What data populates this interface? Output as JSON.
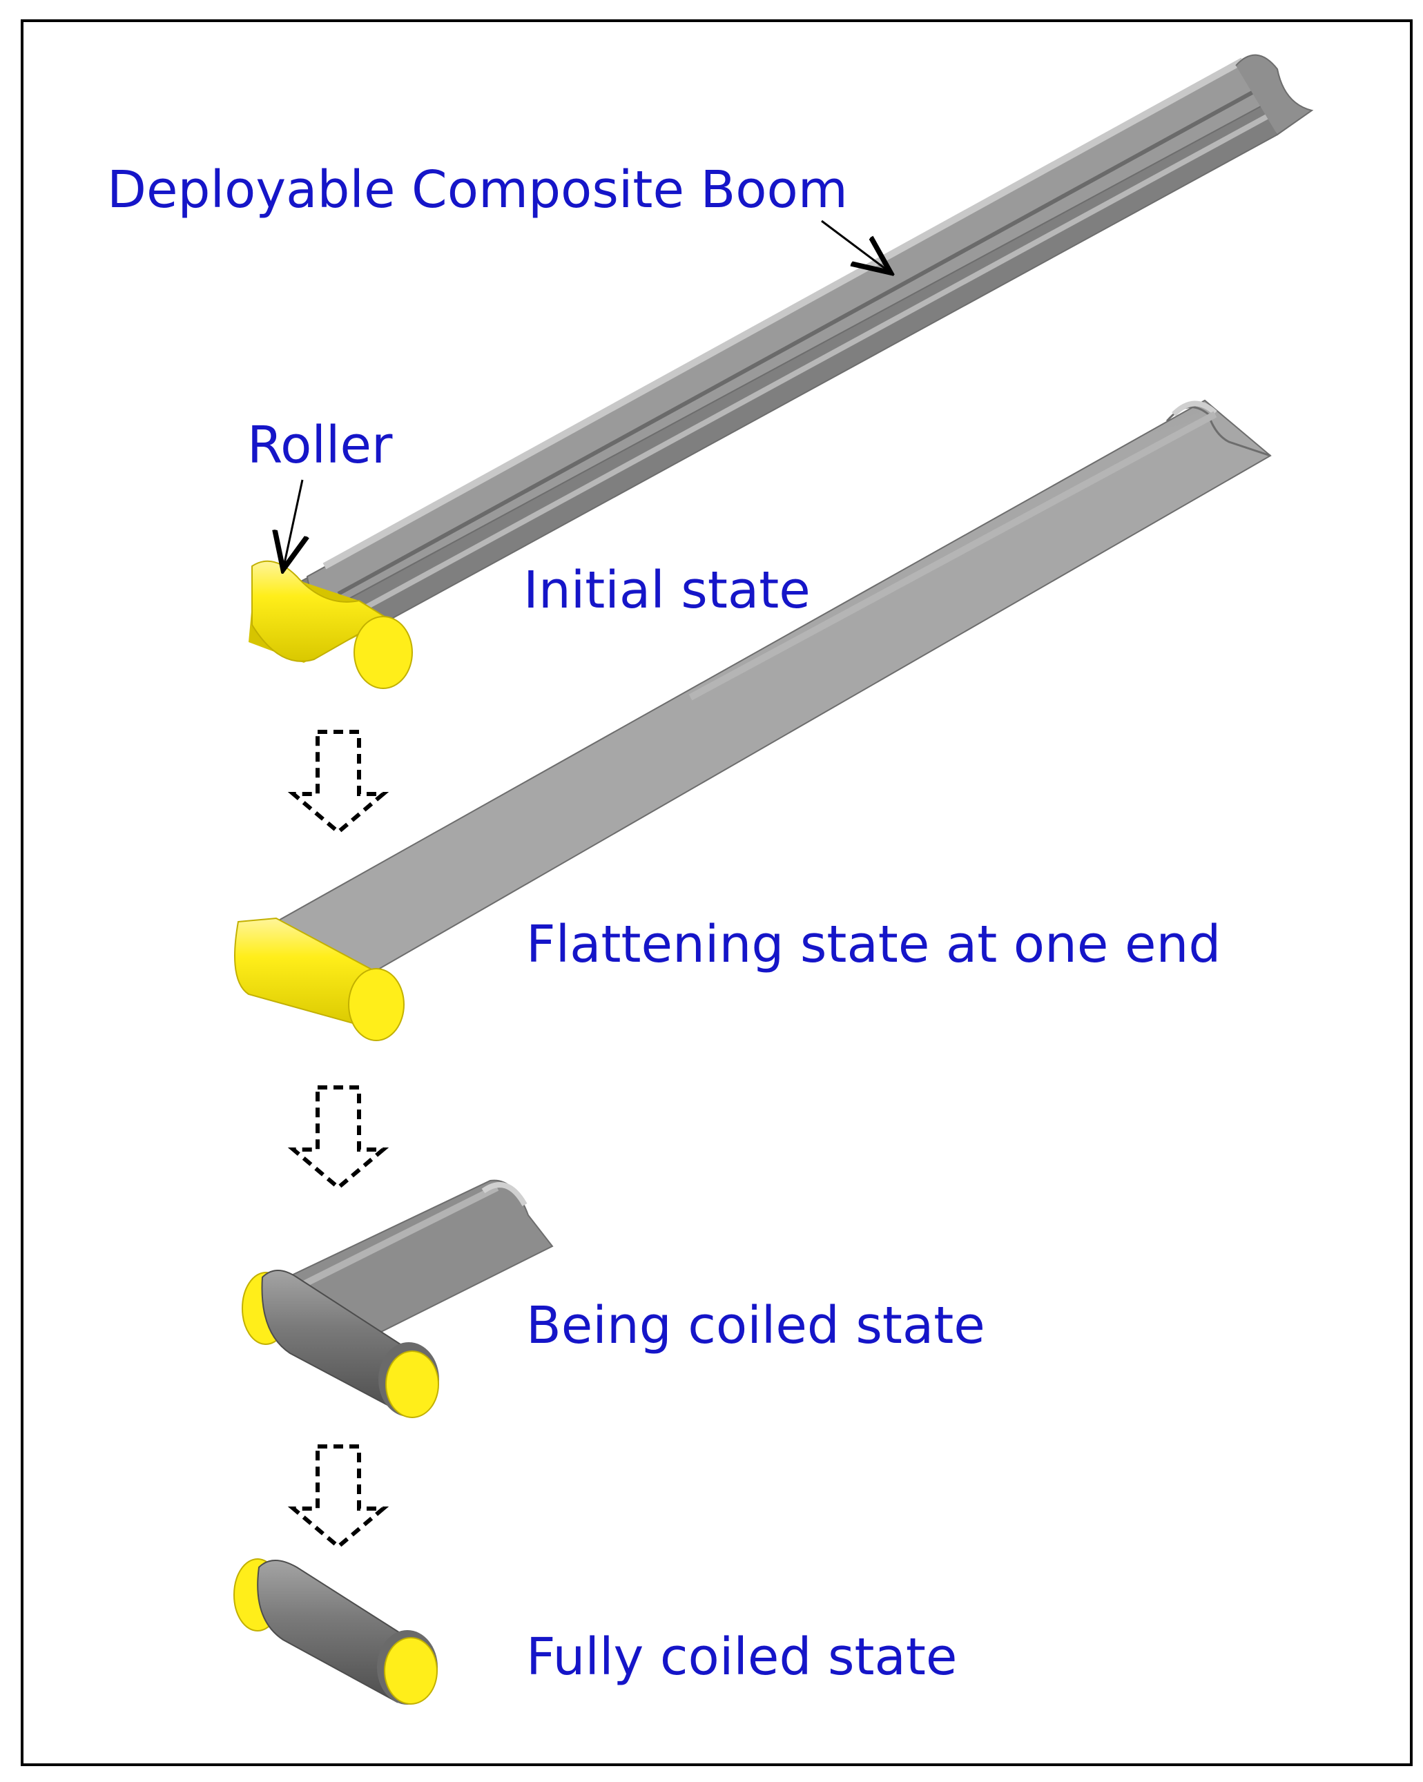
{
  "labels": {
    "boom": "Deployable Composite Boom",
    "roller": "Roller",
    "initial": "Initial state",
    "flattening": "Flattening state at one end",
    "being_coiled": "Being coiled state",
    "fully_coiled": "Fully coiled state"
  },
  "colors": {
    "label_text": "#1515c8",
    "boom_gray": "#8e8e8e",
    "boom_dark": "#5e5e5e",
    "boom_light": "#bcbcbc",
    "roller_yellow": "#ffee1a",
    "roller_shade": "#d6c400",
    "frame": "#000000"
  }
}
